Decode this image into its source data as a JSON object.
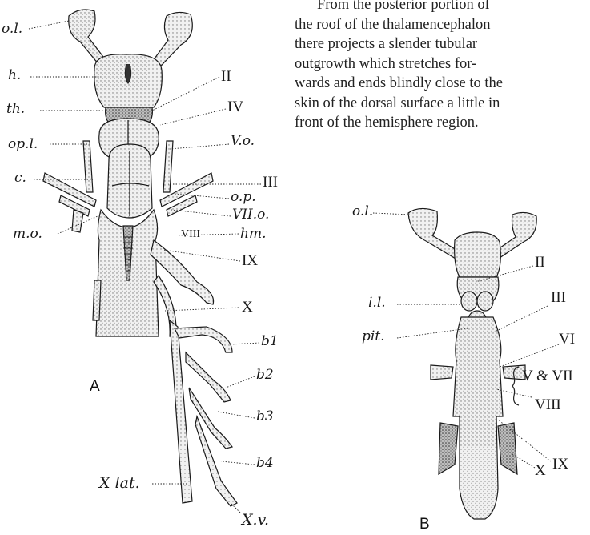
{
  "paragraph": {
    "lines": [
      "From the posterior portion of",
      "the roof of the thalamencephalon",
      "there projects a slender tubular",
      "outgrowth which stretches for-",
      "wards and ends blindly close to the",
      "skin of the dorsal surface a little in",
      "front of the hemisphere region."
    ]
  },
  "figure_a": {
    "panel": "A",
    "labels": {
      "ol": "o.l.",
      "h": "h.",
      "th": "th.",
      "opl": "op.l.",
      "c": "c.",
      "mo": "m.o.",
      "II": "II",
      "IV": "IV",
      "Vo": "V.o.",
      "III": "III",
      "op": "o.p.",
      "VIIo": "VII.o.",
      "hm": "hm.",
      "VIII": "VIII",
      "IX": "IX",
      "X": "X",
      "b1": "b1",
      "b2": "b2",
      "b3": "b3",
      "b4": "b4",
      "Xlat": "X lat.",
      "Xv": "X.v."
    }
  },
  "figure_b": {
    "panel": "B",
    "labels": {
      "ol": "o.l.",
      "II": "II",
      "il": "i.l.",
      "III": "III",
      "pit": "pit.",
      "VI": "VI",
      "VVII": "V & VII",
      "VIII": "VIII",
      "IX": "IX",
      "X": "X"
    }
  },
  "colors": {
    "ink": "#1a1a1a",
    "stipple": "#6b6b6b",
    "fill": "#e8e8e8"
  }
}
